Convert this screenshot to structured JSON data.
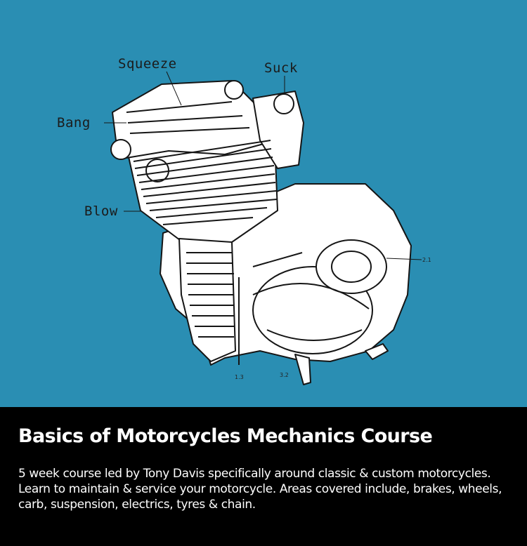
{
  "illustration": {
    "background_color": "#2a8eb3",
    "labels": {
      "squeeze": "Squeeze",
      "suck": "Suck",
      "bang": "Bang",
      "blow": "Blow"
    },
    "part_numbers": [
      "2.1",
      "1.3",
      "3.2"
    ]
  },
  "course": {
    "title": "Basics of Motorcycles Mechanics Course",
    "description": "5 week course led by Tony Davis specifically around classic & custom motorcycles. Learn to maintain & service your motorcycle. Areas covered include, brakes, wheels, carb, suspension, electrics, tyres & chain."
  }
}
